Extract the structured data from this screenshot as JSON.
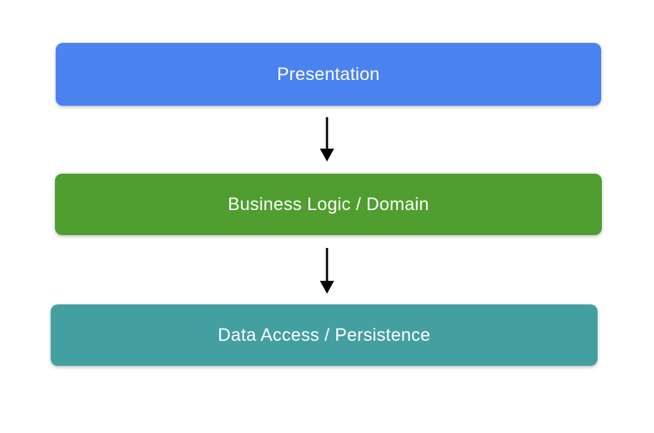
{
  "diagram": {
    "background_color": "#ffffff",
    "text_color": "#ffffff",
    "arrow_color": "#000000",
    "layers": [
      {
        "label": "Presentation",
        "color": "#4a82f0"
      },
      {
        "label": "Business Logic / Domain",
        "color": "#4f9e2f"
      },
      {
        "label": "Data Access / Persistence",
        "color": "#449fa1"
      }
    ]
  }
}
